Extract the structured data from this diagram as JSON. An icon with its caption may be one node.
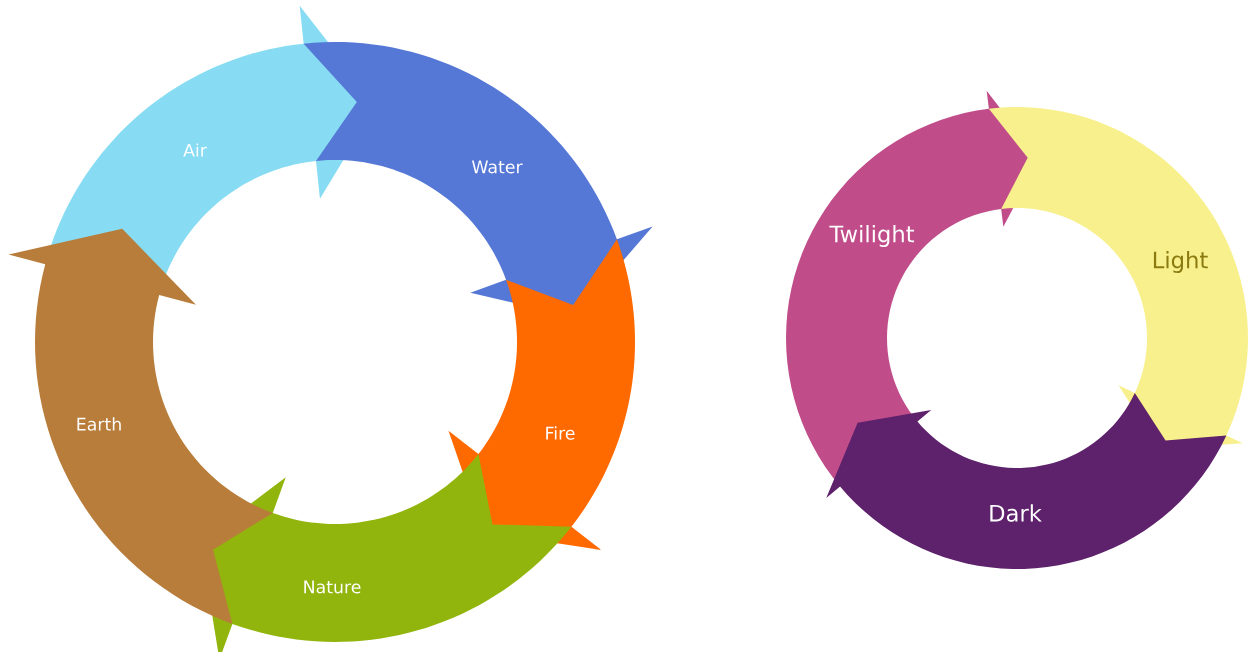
{
  "diagram": {
    "nodes": [
      {
        "text": [
          "Air"
        ]
      },
      {
        "text": [
          "Water"
        ]
      },
      {
        "text": [
          "Fire"
        ]
      },
      {
        "text": [
          "Nature"
        ]
      },
      {
        "text": [
          "Earth"
        ]
      },
      {
        "text": [
          "Twilight"
        ]
      },
      {
        "text": [
          "Light"
        ]
      },
      {
        "text": [
          "Dark"
        ]
      }
    ]
  }
}
